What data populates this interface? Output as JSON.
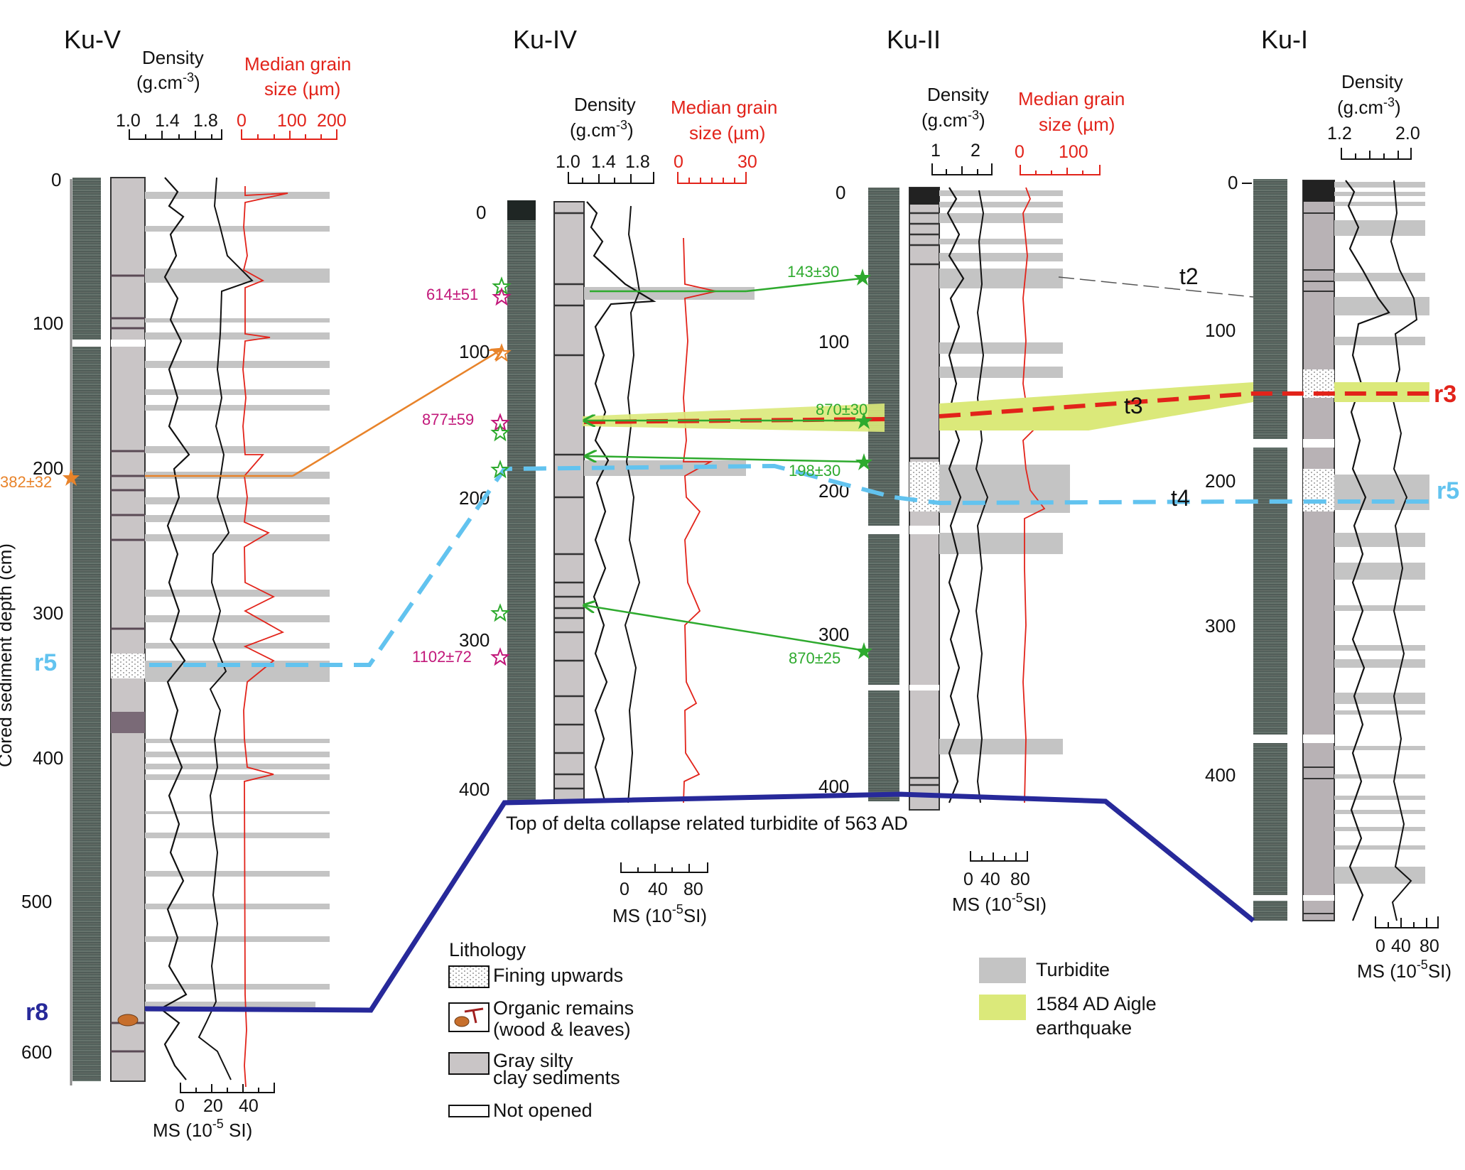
{
  "cores": {
    "kuV": {
      "name": "Ku-V",
      "depth_ticks": [
        "0",
        "100",
        "200",
        "300",
        "400",
        "500",
        "600"
      ]
    },
    "kuIV": {
      "name": "Ku-IV",
      "depth_ticks": [
        "0",
        "100",
        "200",
        "300",
        "400"
      ]
    },
    "kuII": {
      "name": "Ku-II",
      "depth_ticks": [
        "0",
        "100",
        "200",
        "300",
        "400"
      ]
    },
    "kuI": {
      "name": "Ku-I",
      "depth_ticks": [
        "100",
        "200",
        "300",
        "400"
      ]
    }
  },
  "headers": {
    "density": "Density",
    "density_unit": "(g.cm",
    "density_exp": "-3",
    "density_close": ")",
    "grain": "Median grain",
    "grain2": "size (µm)",
    "ms_prefix": "MS (10",
    "ms_exp": "-5",
    "ms_suffix_a": " SI)",
    "ms_suffix_b": "SI)"
  },
  "axes": {
    "kuV_density_ticks": [
      "1.0",
      "1.4",
      "1.8"
    ],
    "kuV_grain_ticks": [
      "0",
      "100",
      "200"
    ],
    "kuV_ms_ticks": [
      "0",
      "20",
      "40"
    ],
    "kuIV_density_ticks": [
      "1.0",
      "1.4",
      "1.8"
    ],
    "kuIV_grain_ticks": [
      "0",
      "30"
    ],
    "kuIV_ms_ticks": [
      "0",
      "40",
      "80"
    ],
    "kuII_density_ticks": [
      "1",
      "2"
    ],
    "kuII_grain_ticks": [
      "0",
      "100"
    ],
    "kuII_ms_ticks": [
      "0",
      "40",
      "80"
    ],
    "kuI_density_ticks": [
      "1.2",
      "2.0"
    ],
    "kuI_ms_ticks": [
      "0",
      "40",
      "80"
    ]
  },
  "y_axis_label": "Cored sediment depth (cm)",
  "dates": {
    "kuV_orange": "382±32",
    "kuIV_m1": "614±51",
    "kuIV_m2": "877±59",
    "kuIV_m3": "1102±72",
    "kuII_g1": "143±30",
    "kuII_g2": "870±30",
    "kuII_g3": "198±30",
    "kuII_g4": "870±25"
  },
  "horizons": {
    "r5_left": "r5",
    "r8": "r8",
    "r3": "r3",
    "r5_right": "r5",
    "t2": "t2",
    "t3": "t3",
    "t4": "t4"
  },
  "annotation": "Top of delta collapse related turbidite of 563 AD",
  "legend": {
    "title": "Lithology",
    "fining": "Fining upwards",
    "organic1": "Organic remains",
    "organic2": "(wood & leaves)",
    "gray1": "Gray silty",
    "gray2": "clay sediments",
    "notopened": "Not opened",
    "turbidite": "Turbidite",
    "aigle1": "1584 AD Aigle",
    "aigle2": "earthquake"
  },
  "colors": {
    "turbidite": "#c4c4c4",
    "aigle": "#dbe97a",
    "r8_line": "#27299a",
    "r5_line": "#62c3ef",
    "r3_line": "#e2231a",
    "grain_curve": "#e2231a",
    "correlation_green": "#2eaa2e",
    "correlation_orange": "#e8832a"
  }
}
